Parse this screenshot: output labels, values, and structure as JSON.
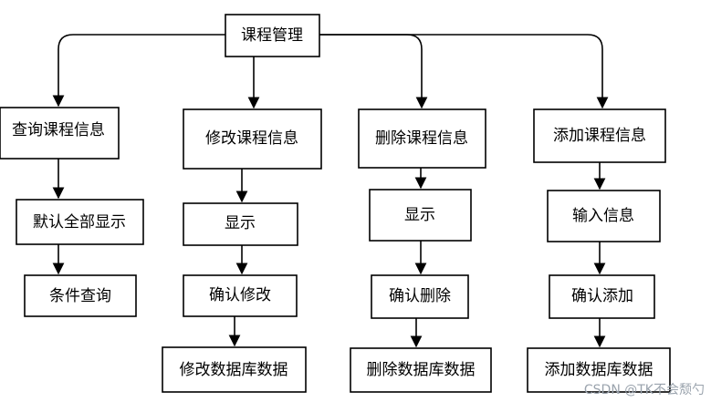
{
  "diagram": {
    "root": "课程管理",
    "branches": [
      {
        "title": "查询课程信息",
        "steps": [
          "默认全部显示",
          "条件查询"
        ]
      },
      {
        "title": "修改课程信息",
        "steps": [
          "显示",
          "确认修改",
          "修改数据库数据"
        ]
      },
      {
        "title": "删除课程信息",
        "steps": [
          "显示",
          "确认删除",
          "删除数据库数据"
        ]
      },
      {
        "title": "添加课程信息",
        "steps": [
          "输入信息",
          "确认添加",
          "添加数据库数据"
        ]
      }
    ]
  },
  "watermark": "CSDN @TK不会颓勺"
}
